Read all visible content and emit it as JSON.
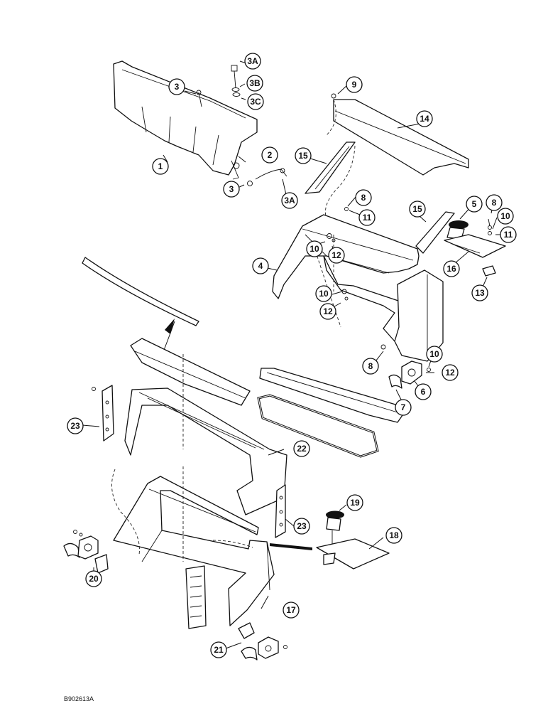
{
  "figure": {
    "reference_code": "B902613A"
  },
  "callouts": [
    {
      "id": "1",
      "label": "1"
    },
    {
      "id": "2",
      "label": "2"
    },
    {
      "id": "3a",
      "label": "3"
    },
    {
      "id": "3b",
      "label": "3"
    },
    {
      "id": "3A-top",
      "label": "3A"
    },
    {
      "id": "3B",
      "label": "3B"
    },
    {
      "id": "3C",
      "label": "3C"
    },
    {
      "id": "3A-bot",
      "label": "3A"
    },
    {
      "id": "9",
      "label": "9"
    },
    {
      "id": "14",
      "label": "14"
    },
    {
      "id": "15a",
      "label": "15"
    },
    {
      "id": "15b",
      "label": "15"
    },
    {
      "id": "8a",
      "label": "8"
    },
    {
      "id": "11a",
      "label": "11"
    },
    {
      "id": "5",
      "label": "5"
    },
    {
      "id": "8b",
      "label": "8"
    },
    {
      "id": "10a",
      "label": "10"
    },
    {
      "id": "11b",
      "label": "11"
    },
    {
      "id": "10b",
      "label": "10"
    },
    {
      "id": "12a",
      "label": "12"
    },
    {
      "id": "4",
      "label": "4"
    },
    {
      "id": "16",
      "label": "16"
    },
    {
      "id": "13",
      "label": "13"
    },
    {
      "id": "10c",
      "label": "10"
    },
    {
      "id": "12b",
      "label": "12"
    },
    {
      "id": "8c",
      "label": "8"
    },
    {
      "id": "10d",
      "label": "10"
    },
    {
      "id": "12c",
      "label": "12"
    },
    {
      "id": "6",
      "label": "6"
    },
    {
      "id": "7",
      "label": "7"
    },
    {
      "id": "23a",
      "label": "23"
    },
    {
      "id": "22",
      "label": "22"
    },
    {
      "id": "23b",
      "label": "23"
    },
    {
      "id": "19",
      "label": "19"
    },
    {
      "id": "18",
      "label": "18"
    },
    {
      "id": "20",
      "label": "20"
    },
    {
      "id": "17",
      "label": "17"
    },
    {
      "id": "21",
      "label": "21"
    }
  ]
}
